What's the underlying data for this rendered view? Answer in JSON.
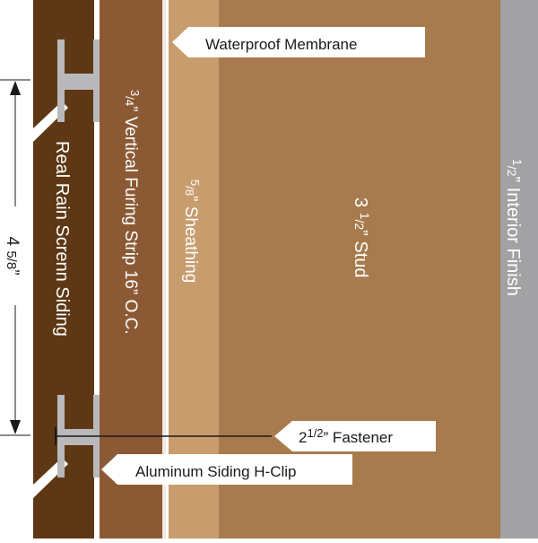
{
  "layers": {
    "siding": {
      "label": "Real Rain Screnn Siding",
      "color": "#5e3815"
    },
    "furring": {
      "label_tail": "” Vertical Furing Strip 16” O.C.",
      "frac_num": "3",
      "frac_den": "4",
      "color": "#8b5a34"
    },
    "sheathing": {
      "label_tail": "” Sheathing",
      "frac_num": "5",
      "frac_den": "8",
      "color": "#c89d6e"
    },
    "stud": {
      "label_tail": "” Stud",
      "whole": "3 ",
      "frac_num": "1",
      "frac_den": "2",
      "color": "#a77b4d"
    },
    "interior": {
      "label_tail": "” Interior Finish",
      "frac_num": "1",
      "frac_den": "2",
      "color": "#a2a2a4"
    }
  },
  "callouts": {
    "membrane": "Waterproof Membrane",
    "fastener": {
      "whole": "2",
      "frac": "1/2",
      "tail": "” Fastener"
    },
    "hclip": "Aluminum Siding H-Clip"
  },
  "dimension": {
    "whole": "4 ",
    "frac": "5/8",
    "tail": "”"
  },
  "colors": {
    "membrane": "#ffffff",
    "hclip": "#b9b9bb",
    "fastener": "#1a1a1a"
  }
}
